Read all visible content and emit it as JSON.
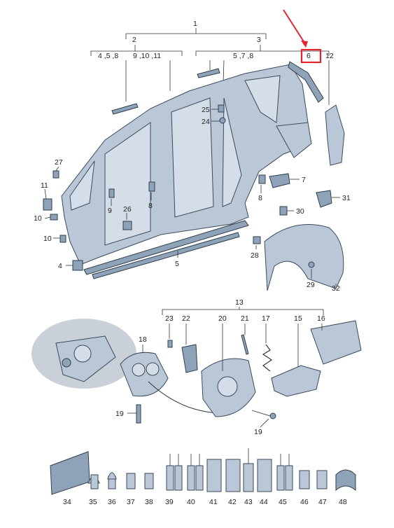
{
  "colors": {
    "part_fill": "#b9c7d6",
    "part_dark": "#8fa3b8",
    "highlight": "#e3262b"
  },
  "highlight_label": "6",
  "groups": [
    {
      "label": "1"
    },
    {
      "label": "2"
    },
    {
      "label": "3"
    },
    {
      "label": "4 ,5 ,8"
    },
    {
      "label": "9 ,10 ,11"
    },
    {
      "label": "5 ,7 ,8"
    },
    {
      "label": "6"
    },
    {
      "label": "12"
    },
    {
      "label": "13"
    }
  ],
  "callouts": [
    "25",
    "24",
    "27",
    "11",
    "10",
    "9",
    "26",
    "8",
    "7",
    "8",
    "30",
    "31",
    "10",
    "4",
    "5",
    "28",
    "29",
    "32",
    "23",
    "22",
    "20",
    "21",
    "17",
    "15",
    "16",
    "18",
    "19",
    "19",
    "34",
    "35",
    "36",
    "37",
    "38",
    "39",
    "40",
    "41",
    "42",
    "43",
    "44",
    "45",
    "46",
    "47",
    "48"
  ]
}
